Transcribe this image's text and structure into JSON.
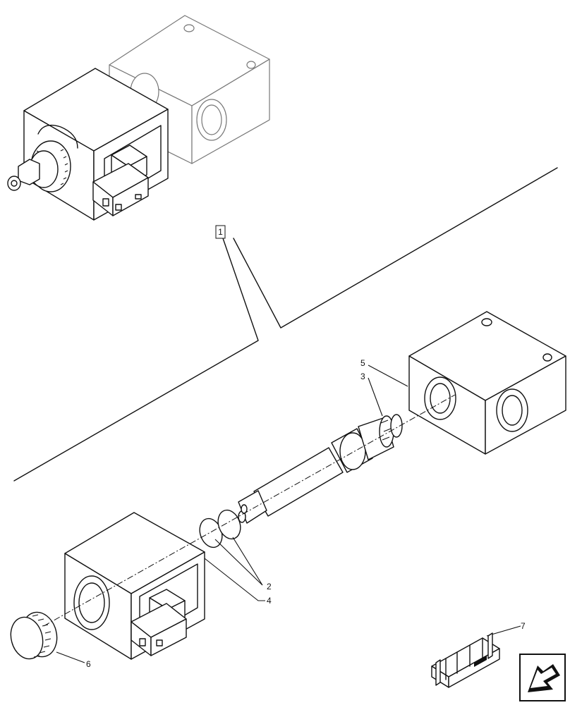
{
  "callouts": {
    "assembly": "1",
    "o_rings": "2",
    "cartridge_valve": "3",
    "o_ring_small": "4",
    "valve_block": "5",
    "coil_nut": "6",
    "kit": "7"
  },
  "icons": {
    "crate": "wooden-crate-kit-icon",
    "nav": "arrow-down-left-icon"
  }
}
